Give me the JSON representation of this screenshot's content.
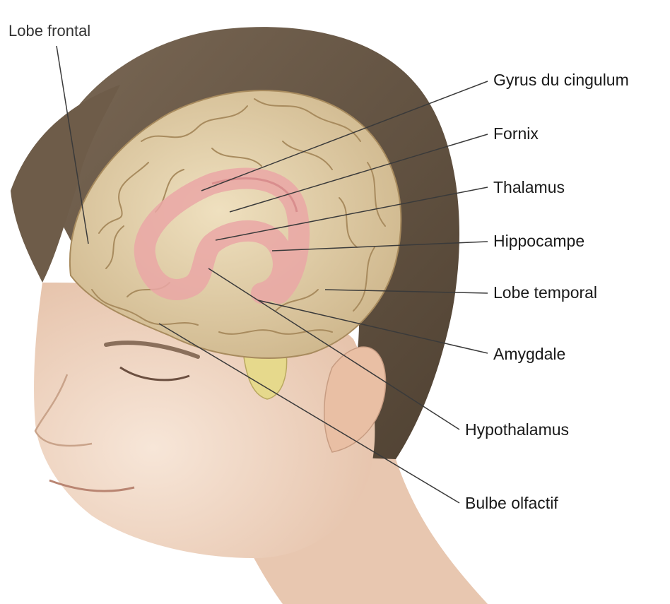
{
  "labels": {
    "lobe_frontal": "Lobe frontal",
    "gyrus_cingulum": "Gyrus du cingulum",
    "fornix": "Fornix",
    "thalamus": "Thalamus",
    "hippocampe": "Hippocampe",
    "lobe_temporal": "Lobe temporal",
    "amygdale": "Amygdale",
    "hypothalamus": "Hypothalamus",
    "bulbe_olfactif": "Bulbe olfactif"
  },
  "colors": {
    "hair": "#6b5a48",
    "skin": "#f1d9c6",
    "brain": "#e3cfa6",
    "limbic": "#eaa7a6",
    "brainstem": "#e6d98c",
    "leader_line": "#3a3a3a"
  }
}
